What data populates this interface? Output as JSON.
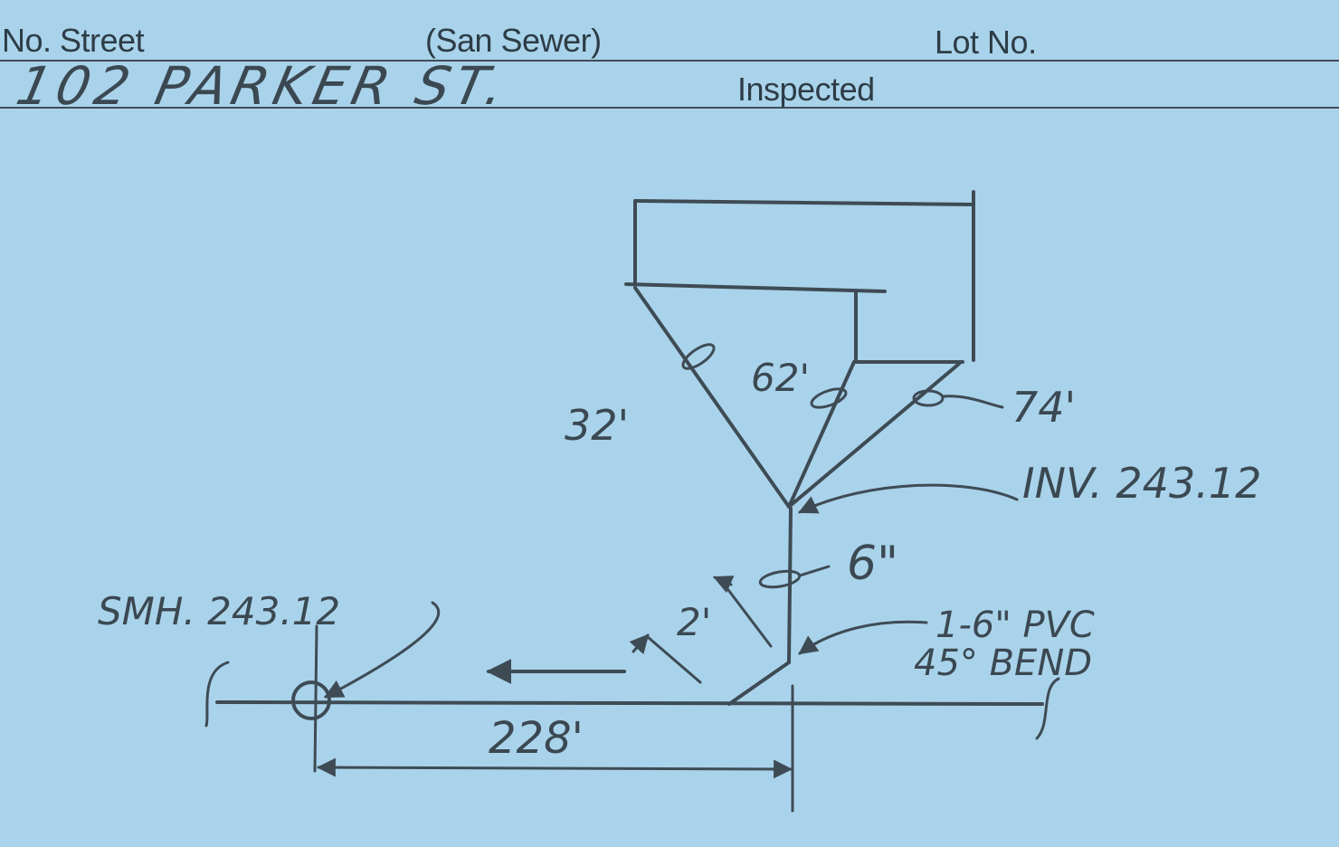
{
  "header": {
    "no_street_label": "No. Street",
    "system_label": "(San Sewer)",
    "lot_no_label": "Lot No.",
    "inspected_label": "Inspected",
    "address": "102 PARKER ST."
  },
  "sketch": {
    "lateral_1": "32'",
    "lateral_2": "62'",
    "lateral_3": "74'",
    "invert": "INV. 243.12",
    "pipe_size": "6\"",
    "bend_offset": "2'",
    "fitting_line1": "1-6\" PVC",
    "fitting_line2": "45° BEND",
    "manhole": "SMH. 243.12",
    "main_distance": "228'"
  },
  "colors": {
    "card_background": "#a9d3ea",
    "ink": "#3e4b55"
  }
}
